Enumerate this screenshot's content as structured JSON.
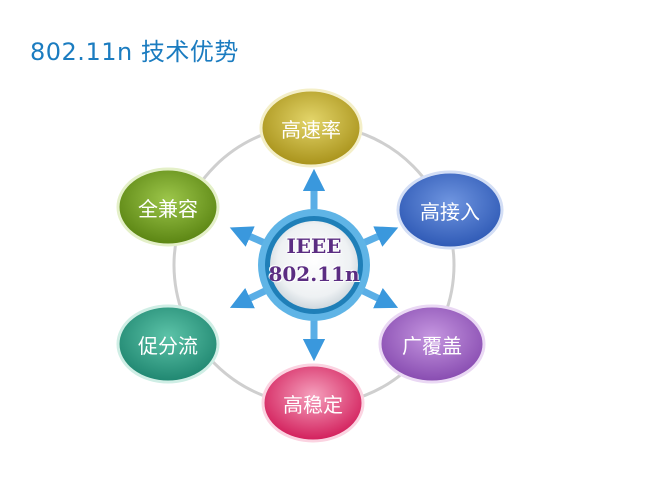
{
  "title": "802.11n 技术优势",
  "center": {
    "line1": "IEEE",
    "line2": "802.11n"
  },
  "nodes": [
    {
      "id": "high-rate",
      "label": "高速率",
      "color": "#b9a626"
    },
    {
      "id": "full-compat",
      "label": "全兼容",
      "color": "#6b9a1c"
    },
    {
      "id": "high-access",
      "label": "高接入",
      "color": "#3f6fc6"
    },
    {
      "id": "load-balance",
      "label": "促分流",
      "color": "#2e9a82"
    },
    {
      "id": "wide-coverage",
      "label": "广覆盖",
      "color": "#9a5cbf"
    },
    {
      "id": "high-stability",
      "label": "高稳定",
      "color": "#e0336a"
    }
  ],
  "colors": {
    "title": "#1b7cc0",
    "ring": "#cfcfcf",
    "arrow": "#3f9fe0",
    "center_ring": "#2d8fc9",
    "center_text": "#5b2d82"
  }
}
